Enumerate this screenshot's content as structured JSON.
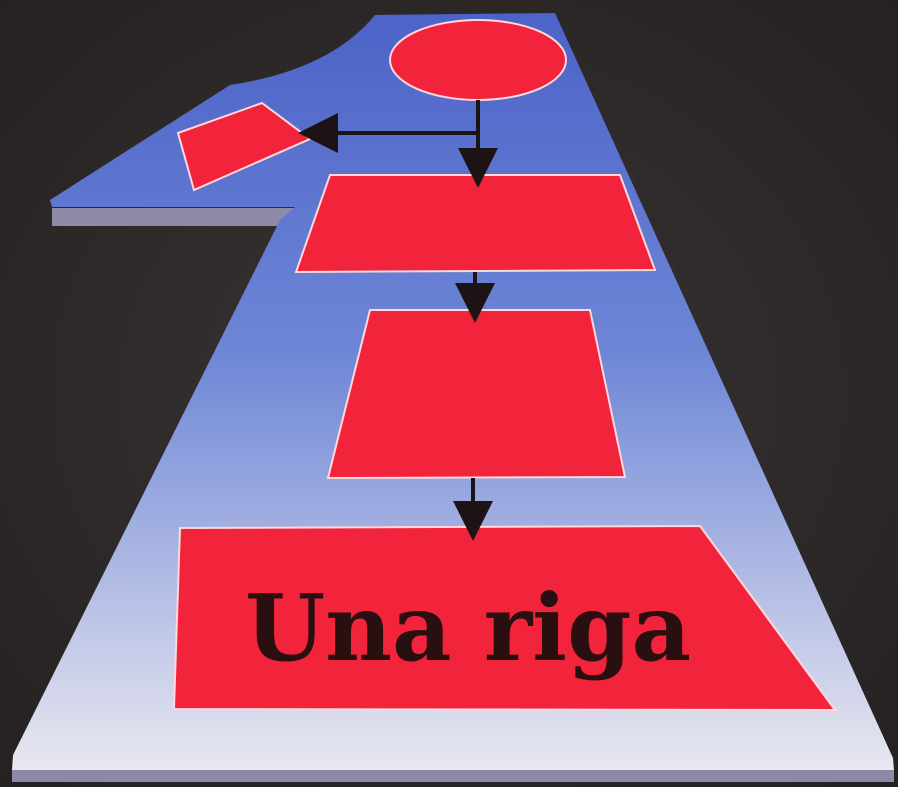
{
  "illustration": {
    "caption": "Una riga",
    "colors": {
      "background": "#2e2a2a",
      "plate_top": "#4c63c8",
      "plate_bottom": "#e9e8f0",
      "plate_edge": "#8d8aa8",
      "shape_fill": "#f2243c",
      "shape_edge": "#ffd7dc",
      "arrow": "#1c1414",
      "caption_text": "#2a0f10"
    },
    "shapes": [
      "terminal-ellipse",
      "side-box",
      "process-box-1",
      "process-box-2",
      "caption-box"
    ]
  }
}
